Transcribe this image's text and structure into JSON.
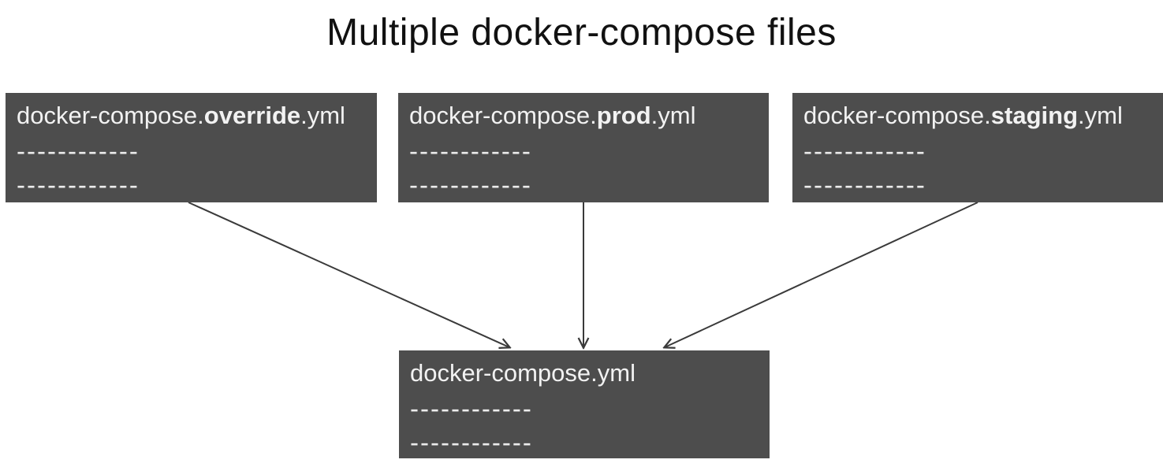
{
  "title": "Multiple docker-compose files",
  "colors": {
    "background": "#ffffff",
    "box_bg": "#4d4d4d",
    "box_text": "#f2f2f2",
    "dash": "#ececec",
    "arrow": "#3a3a3a",
    "title_text": "#111111"
  },
  "boxes": [
    {
      "id": "override",
      "prefix": "docker-compose.",
      "emphasis": "override",
      "suffix": ".yml",
      "dash_line_1": "------------",
      "dash_line_2": "------------"
    },
    {
      "id": "prod",
      "prefix": "docker-compose.",
      "emphasis": "prod",
      "suffix": ".yml",
      "dash_line_1": "------------",
      "dash_line_2": "------------"
    },
    {
      "id": "staging",
      "prefix": "docker-compose.",
      "emphasis": "staging",
      "suffix": ".yml",
      "dash_line_1": "------------",
      "dash_line_2": "------------"
    },
    {
      "id": "base",
      "prefix": "docker-compose.yml",
      "emphasis": "",
      "suffix": "",
      "dash_line_1": "------------",
      "dash_line_2": "------------"
    }
  ],
  "edges": [
    {
      "from": "docker-compose.override.yml",
      "to": "docker-compose.yml"
    },
    {
      "from": "docker-compose.prod.yml",
      "to": "docker-compose.yml"
    },
    {
      "from": "docker-compose.staging.yml",
      "to": "docker-compose.yml"
    }
  ]
}
